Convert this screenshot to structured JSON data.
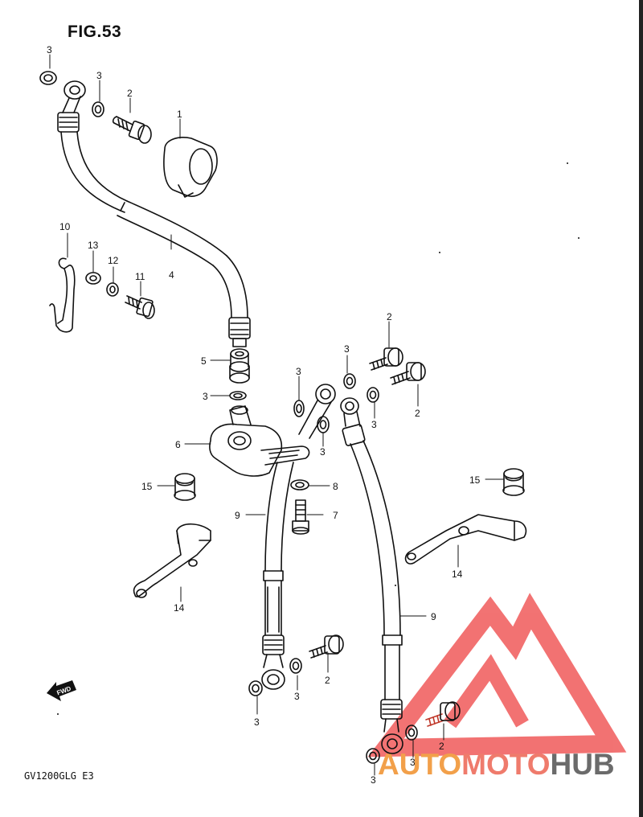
{
  "figure": {
    "title": "FIG.53",
    "model_code": "GV1200GLG  E3",
    "fwd_label": "FWD"
  },
  "callouts": [
    "1",
    "2",
    "2",
    "2",
    "2",
    "3",
    "3",
    "3",
    "3",
    "3",
    "3",
    "3",
    "3",
    "3",
    "3",
    "3",
    "4",
    "5",
    "6",
    "7",
    "8",
    "9",
    "9",
    "10",
    "11",
    "12",
    "13",
    "14",
    "14",
    "15",
    "15"
  ],
  "watermark": {
    "part1": "AUTO",
    "part2": "MOTO",
    "part3": "HUB",
    "colors": {
      "auto": "#f2a04a",
      "moto": "#ef7b6c",
      "hub": "#6b6b6b",
      "logo": "#f05a5a"
    }
  }
}
